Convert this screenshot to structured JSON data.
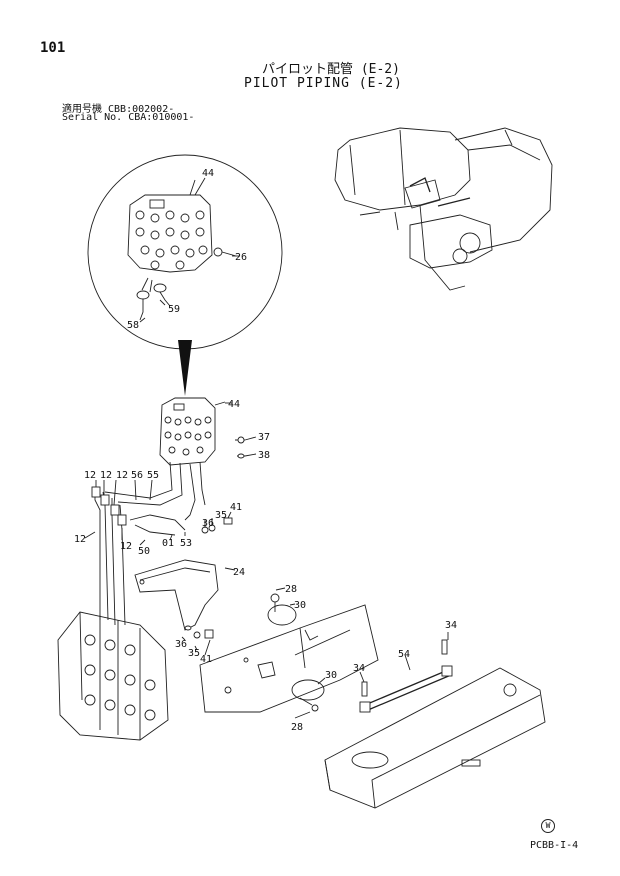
{
  "header": {
    "page_number": "101",
    "title_jp": "パイロット配管 (E-2)",
    "title_en": "PILOT PIPING (E-2)",
    "serial_line_1": "適用号機 CBB:002002-",
    "serial_line_2": "Serial No. CBA:010001-"
  },
  "footer": {
    "doc_code": "PCBB-I-4",
    "circle_mark": "W"
  },
  "callouts": {
    "detail_44": "44",
    "detail_26": "26",
    "detail_58": "58",
    "detail_59": "59",
    "p44": "44",
    "p37": "37",
    "p38": "38",
    "p12a": "12",
    "p12b": "12",
    "p12c": "12",
    "p56": "56",
    "p55": "55",
    "p41a": "41",
    "p35a": "35",
    "p36a": "36",
    "p53": "53",
    "p01": "01",
    "p50": "50",
    "p12d": "12",
    "p12e": "12",
    "p24": "24",
    "p28a": "28",
    "p30a": "30",
    "p36b": "36",
    "p35b": "35",
    "p41b": "41",
    "p34a": "34",
    "p54": "54",
    "p34b": "34",
    "p30b": "30",
    "p28b": "28"
  }
}
